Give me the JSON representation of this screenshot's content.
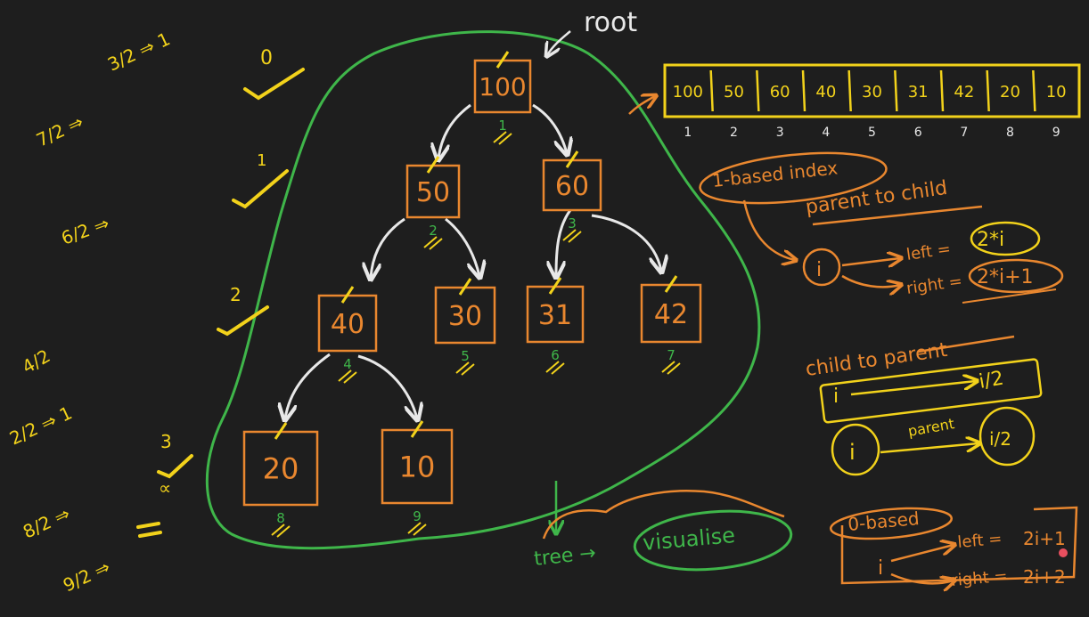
{
  "colors": {
    "background": "#1e1e1e",
    "yellow": "#f2d21b",
    "orange": "#e9872f",
    "green": "#3fb64a",
    "white": "#e8e8e8",
    "pink": "#e84f5f"
  },
  "root_label": "root",
  "tree": {
    "nodes": [
      {
        "value": "100",
        "index": "1"
      },
      {
        "value": "50",
        "index": "2"
      },
      {
        "value": "60",
        "index": "3"
      },
      {
        "value": "40",
        "index": "4"
      },
      {
        "value": "30",
        "index": "5"
      },
      {
        "value": "31",
        "index": "6"
      },
      {
        "value": "42",
        "index": "7"
      },
      {
        "value": "20",
        "index": "8"
      },
      {
        "value": "10",
        "index": "9"
      }
    ]
  },
  "array": {
    "values": [
      "100",
      "50",
      "60",
      "40",
      "30",
      "31",
      "42",
      "20",
      "10"
    ],
    "indices": [
      "1",
      "2",
      "3",
      "4",
      "5",
      "6",
      "7",
      "8",
      "9"
    ]
  },
  "level_marks": [
    "0",
    "1",
    "2",
    "3"
  ],
  "infinity_mark": "∝",
  "left_scribbles": [
    "3/2 ⇒ 1",
    "7/2 ⇒",
    "6/2 ⇒",
    "4/2",
    "2/2 ⇒ 1",
    "8/2 ⇒",
    "9/2 ⇒"
  ],
  "one_based": {
    "title": "1-based index",
    "parent_to_child": "parent to child",
    "var": "i",
    "left_label": "left =",
    "left_formula": "2*i",
    "right_label": "right =",
    "right_formula": "2*i+1"
  },
  "child_to_parent": {
    "title": "child to parent",
    "var": "i",
    "formula": "i/2",
    "parent_label": "parent",
    "parent_formula": "i/2"
  },
  "zero_based": {
    "title": "0-based",
    "var": "i",
    "left_label": "left =",
    "left_formula": "2i+1",
    "right_label": "right =",
    "right_formula": "2i+2"
  },
  "tree_caption": {
    "lead": "tree →",
    "word": "visualise"
  }
}
